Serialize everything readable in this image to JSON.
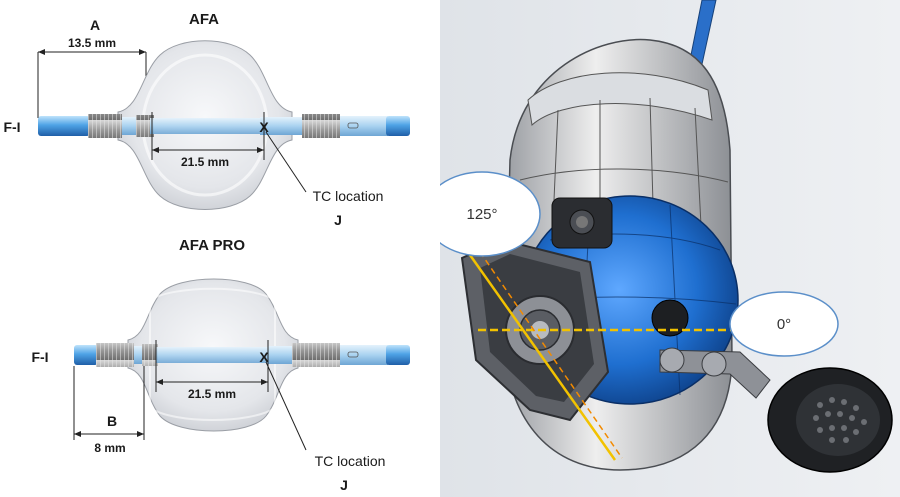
{
  "afa": {
    "title": "AFA",
    "label_a": "A",
    "dim_a": "13.5 mm",
    "dim_inner": "21.5 mm",
    "side_label": "F-I",
    "tc_mark": "X",
    "tc_label": "TC location",
    "j_label": "J"
  },
  "afa_pro": {
    "title": "AFA PRO",
    "label_b": "B",
    "dim_b": "8 mm",
    "dim_inner": "21.5 mm",
    "side_label": "F-I",
    "tc_mark": "X",
    "tc_label": "TC location",
    "j_label": "J"
  },
  "catheter_view": {
    "angle_left": "125°",
    "angle_right": "0°"
  },
  "colors": {
    "catheter_blue": "#3d8fd6",
    "cap_blue": "#1f6fd0",
    "guide_line": "#f2c200",
    "guide_line_secondary": "#f28a00"
  }
}
